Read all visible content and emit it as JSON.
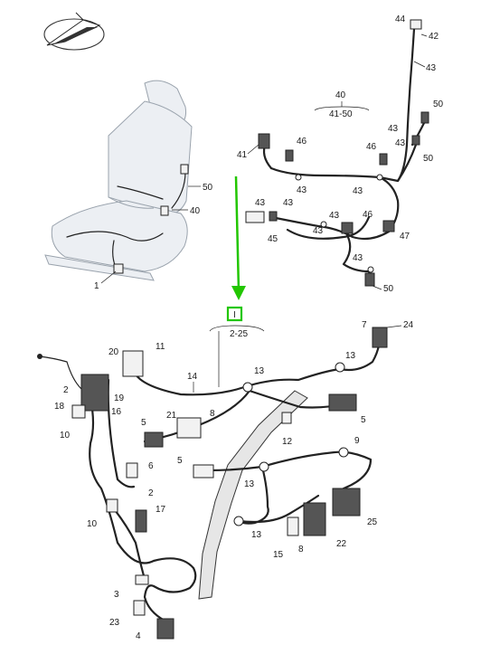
{
  "diagram": {
    "accent_color": "#22c600",
    "seat_labels": {
      "harness": "1",
      "upper": "50",
      "lower": "40"
    },
    "top_group": {
      "group_label": "40",
      "group_range": "41-50",
      "callouts": [
        "44",
        "42",
        "43",
        "50",
        "43",
        "43",
        "50",
        "41",
        "46",
        "46",
        "43",
        "43",
        "43",
        "46",
        "47",
        "43",
        "45",
        "43",
        "43",
        "50"
      ]
    },
    "bottom_group": {
      "marker": "I",
      "group_range": "2-25",
      "callouts": [
        "7",
        "24",
        "20",
        "11",
        "13",
        "14",
        "13",
        "2",
        "19",
        "18",
        "16",
        "10",
        "21",
        "8",
        "5",
        "12",
        "5",
        "9",
        "5",
        "6",
        "2",
        "10",
        "17",
        "13",
        "15",
        "8",
        "22",
        "25",
        "3",
        "23",
        "4"
      ]
    }
  }
}
